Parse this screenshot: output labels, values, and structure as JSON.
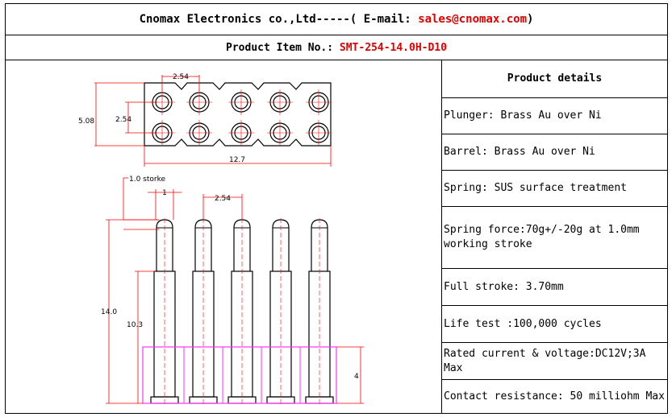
{
  "header": {
    "company": "Cnomax Electronics co.,Ltd-----( E-mail: ",
    "email": "sales@cnomax.com",
    "close": ")"
  },
  "product": {
    "label": "Product Item No.: ",
    "value": "SMT-254-14.0H-D10"
  },
  "drawing": {
    "top_pitch": "2.54",
    "top_height": "5.08",
    "top_row_pitch": "2.54",
    "top_width": "12.7",
    "stroke_label": "1.0 storke",
    "tip_width": "1",
    "side_pitch": "2.54",
    "total_height": "14.0",
    "body_height": "10.3",
    "base_height": "4"
  },
  "details": {
    "title": "Product details",
    "rows": [
      "Plunger: Brass Au over Ni",
      "Barrel: Brass Au over Ni",
      "Spring: SUS surface treatment",
      "Spring force:70g+/-20g at 1.0mm working stroke",
      "Full stroke: 3.70mm",
      "Life test :100,000 cycles",
      "Rated current & voltage:DC12V;3A Max",
      "Contact resistance: 50 milliohm Max"
    ]
  },
  "colors": {
    "accent_red": "#e00000",
    "dimension_red": "#ff0000",
    "base_magenta": "#ff33ff"
  }
}
